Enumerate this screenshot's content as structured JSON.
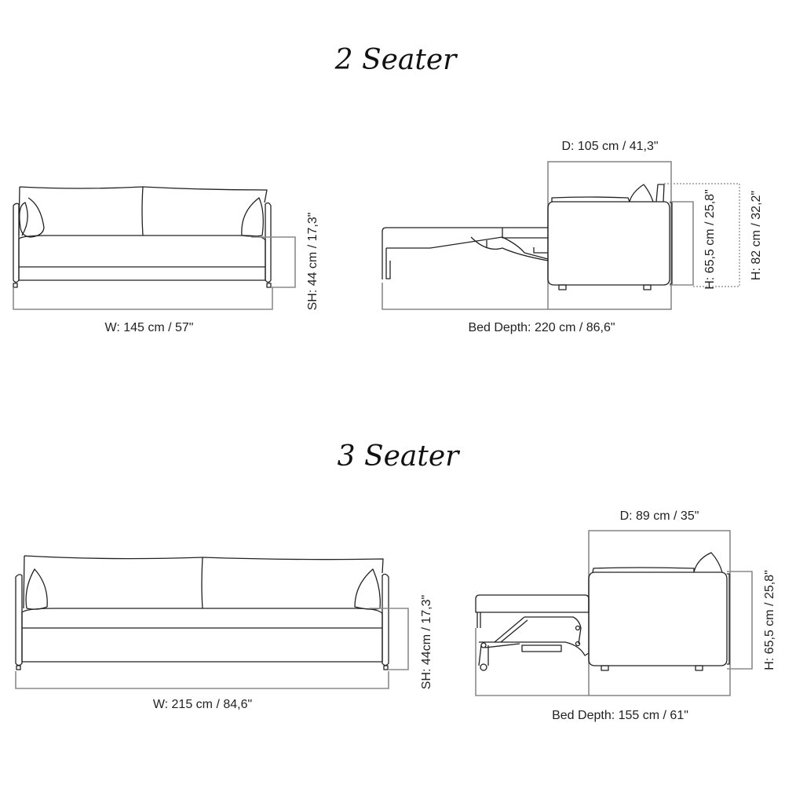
{
  "two_seater": {
    "title": "2 Seater",
    "width_label": "W: 145 cm / 57\"",
    "seat_height_label": "SH: 44 cm / 17,3\"",
    "depth_label": "D: 105 cm / 41,3\"",
    "bed_depth_label": "Bed Depth: 220 cm /  86,6\"",
    "height_label": "H: 65,5 cm / 25,8\"",
    "total_height_label": "H: 82 cm / 32,2\""
  },
  "three_seater": {
    "title": "3 Seater",
    "width_label": "W: 215 cm / 84,6\"",
    "seat_height_label": "SH: 44cm / 17,3\"",
    "depth_label": "D: 89 cm / 35\"",
    "bed_depth_label": "Bed Depth: 155 cm / 61\"",
    "height_label": "H: 65,5 cm / 25,8\""
  }
}
